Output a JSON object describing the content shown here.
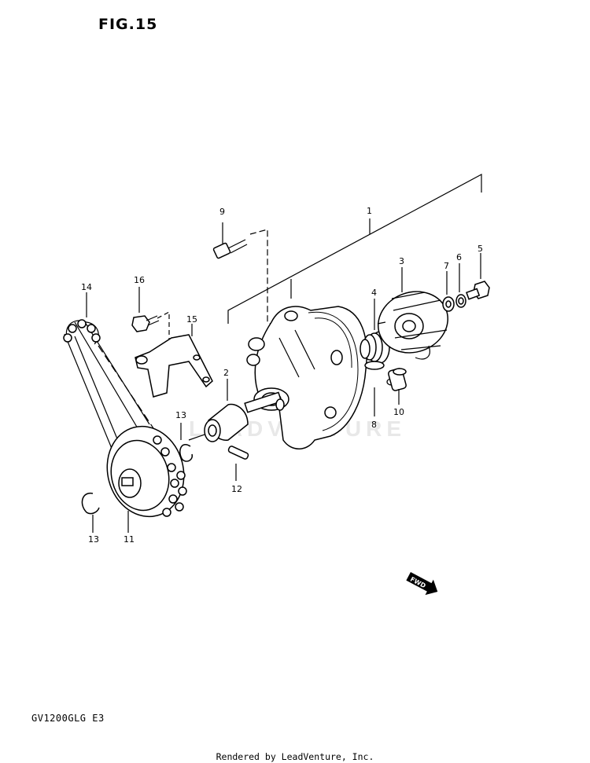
{
  "figure": {
    "title": "FIG.15",
    "model": "GV1200GLG E3",
    "credit": "Rendered by LeadVenture, Inc.",
    "watermark": "LEADVENTURE",
    "fwd_label": "FWD"
  },
  "callouts": [
    {
      "id": "1",
      "part": "water-pump-assembly"
    },
    {
      "id": "2",
      "part": "shaft"
    },
    {
      "id": "3",
      "part": "impeller"
    },
    {
      "id": "4",
      "part": "mechanical-seal"
    },
    {
      "id": "5",
      "part": "bolt"
    },
    {
      "id": "6",
      "part": "washer"
    },
    {
      "id": "7",
      "part": "washer"
    },
    {
      "id": "8",
      "part": "o-ring"
    },
    {
      "id": "9",
      "part": "bolt"
    },
    {
      "id": "10",
      "part": "dowel-pin"
    },
    {
      "id": "11",
      "part": "sprocket"
    },
    {
      "id": "12",
      "part": "pin"
    },
    {
      "id": "13",
      "part": "circlip"
    },
    {
      "id": "13",
      "part": "circlip"
    },
    {
      "id": "14",
      "part": "chain"
    },
    {
      "id": "15",
      "part": "chain-guide"
    },
    {
      "id": "16",
      "part": "bolt"
    }
  ]
}
